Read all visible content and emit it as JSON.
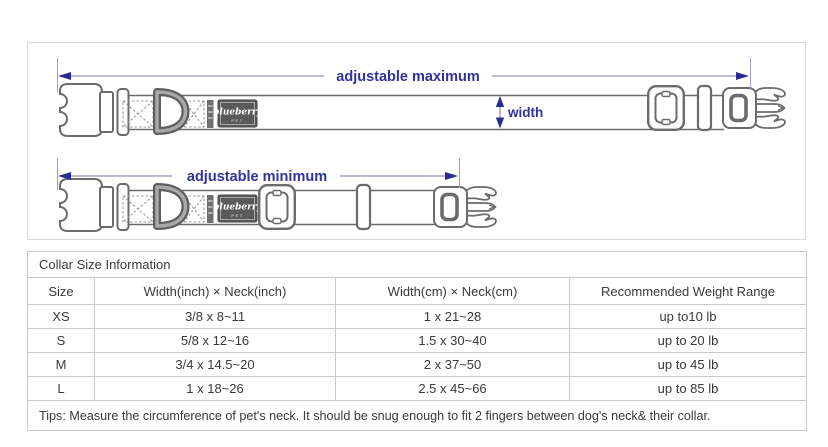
{
  "diagram": {
    "labels": {
      "adjustable_maximum": "adjustable maximum",
      "adjustable_minimum": "adjustable minimum",
      "width": "width"
    },
    "brand": {
      "name": "blueberry",
      "sub": "PET"
    },
    "accent_color": "#32329b",
    "outline_color": "#6b6b6b"
  },
  "table": {
    "title": "Collar Size Information",
    "columns": [
      "Size",
      "Width(inch) × Neck(inch)",
      "Width(cm) × Neck(cm)",
      "Recommended Weight Range"
    ],
    "rows": [
      {
        "size": "XS",
        "width_neck_inch": "3/8 x 8~11",
        "width_neck_cm": "1 x 21~28",
        "weight": "up to10 lb"
      },
      {
        "size": "S",
        "width_neck_inch": "5/8 x 12~16",
        "width_neck_cm": "1.5 x 30~40",
        "weight": "up to 20 lb"
      },
      {
        "size": "M",
        "width_neck_inch": "3/4 x 14.5~20",
        "width_neck_cm": "2 x 37~50",
        "weight": "up to 45 lb"
      },
      {
        "size": "L",
        "width_neck_inch": "1 x 18~26",
        "width_neck_cm": "2.5 x 45~66",
        "weight": "up to 85 lb"
      }
    ],
    "tips": "Tips: Measure the circumference of pet's neck. It should be snug enough to fit 2 fingers between dog's neck& their collar."
  }
}
